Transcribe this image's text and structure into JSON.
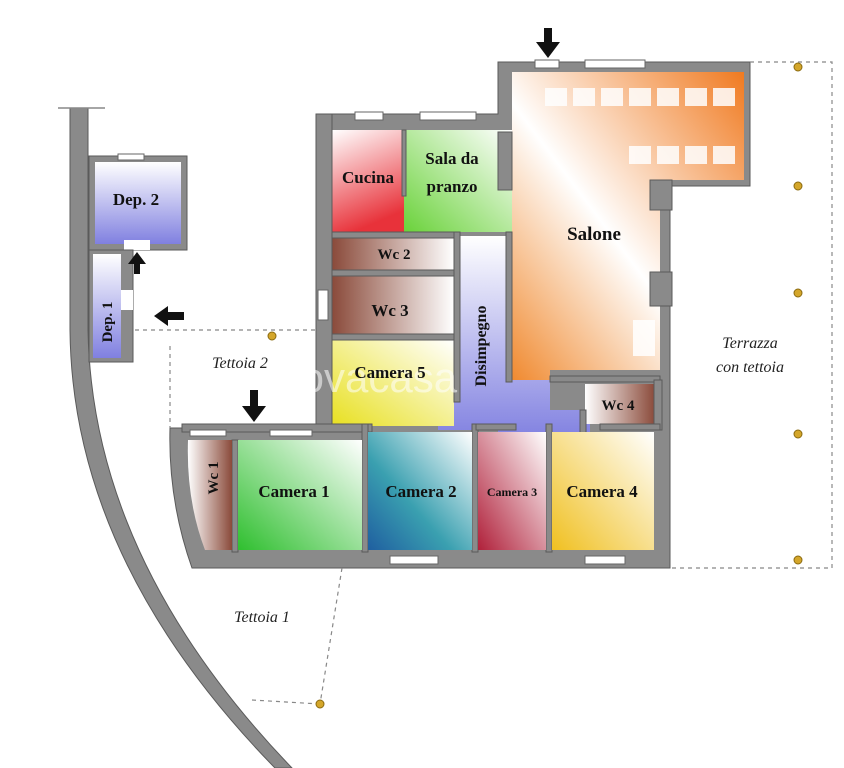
{
  "rooms": {
    "cucina": "Cucina",
    "sala_line1": "Sala da",
    "sala_line2": "pranzo",
    "salone": "Salone",
    "wc2": "Wc 2",
    "wc3": "Wc 3",
    "disimpegno": "Disimpegno",
    "camera5": "Camera 5",
    "wc4": "Wc 4",
    "wc1": "Wc 1",
    "camera1": "Camera 1",
    "camera2": "Camera 2",
    "camera3": "Camera 3",
    "camera4": "Camera 4",
    "dep1": "Dep. 1",
    "dep2": "Dep. 2"
  },
  "areas": {
    "tettoia2": "Tettoia 2",
    "tettoia1": "Tettoia 1",
    "terrazza_line1": "Terrazza",
    "terrazza_line2": "con tettoia"
  },
  "watermark": "trovacasa",
  "colors": {
    "cucina": "#e8323a",
    "sala": "#66cc33",
    "salone": "#f0822a",
    "camera5": "#e8e020",
    "camera1": "#3fbf3f",
    "camera2": "#1f7fa8",
    "camera3": "#b0203a",
    "camera4": "#f0c020",
    "disimpegno": "#8f8fe8",
    "wc": "#8a4a3a",
    "dep": "#7f7fe0"
  }
}
